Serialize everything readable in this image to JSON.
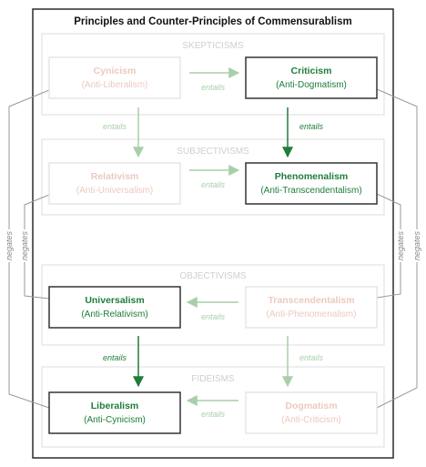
{
  "title": "Principles and Counter-Principles of Commensurablism",
  "groups": {
    "skepticisms": "SKEPTICISMS",
    "subjectivisms": "SUBJECTIVISMS",
    "objectivisms": "OBJECTIVISMS",
    "fideisms": "FIDEISMS"
  },
  "nodes": {
    "cynicism": {
      "name": "Cynicism",
      "anti": "(Anti-Liberalism)"
    },
    "criticism": {
      "name": "Criticism",
      "anti": "(Anti-Dogmatism)"
    },
    "relativism": {
      "name": "Relativism",
      "anti": "(Anti-Universalism)"
    },
    "phenomenalism": {
      "name": "Phenomenalism",
      "anti": "(Anti-Transcendentalism)"
    },
    "universalism": {
      "name": "Universalism",
      "anti": "(Anti-Relativism)"
    },
    "transcendentalism": {
      "name": "Transcendentalism",
      "anti": "(Anti-Phenomenalism)"
    },
    "liberalism": {
      "name": "Liberalism",
      "anti": "(Anti-Cynicism)"
    },
    "dogmatism": {
      "name": "Dogmatism",
      "anti": "(Anti-Criticism)"
    }
  },
  "edge_labels": {
    "entails": "entails",
    "negates": "negates"
  },
  "colors": {
    "active_green": "#1e7d3a",
    "faded_green": "#a9cfa9",
    "faded_text": "#ecc9bf",
    "group_border": "#dcdcdc",
    "group_label": "#cfcfcf",
    "negates_line": "#9a9a9a"
  }
}
